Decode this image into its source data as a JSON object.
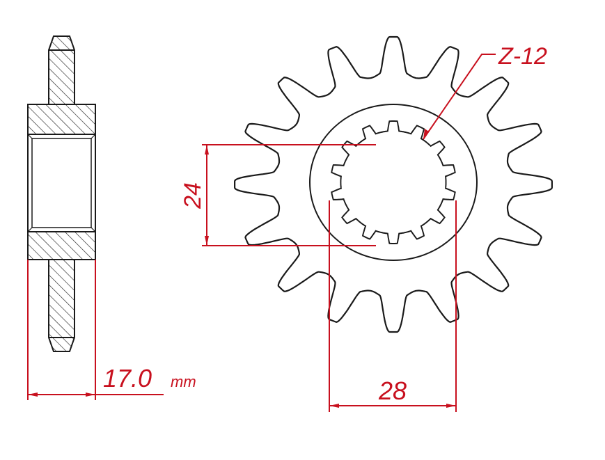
{
  "drawing": {
    "thickness_value": "17.0",
    "thickness_unit": "mm",
    "spline_inner_dim": "24",
    "spline_outer_dim": "28",
    "spline_label": "Z-12",
    "sprocket_teeth": 16,
    "spline_teeth": 14
  },
  "colors": {
    "dimension": "#c8101e",
    "outline": "#1a1a1a"
  }
}
